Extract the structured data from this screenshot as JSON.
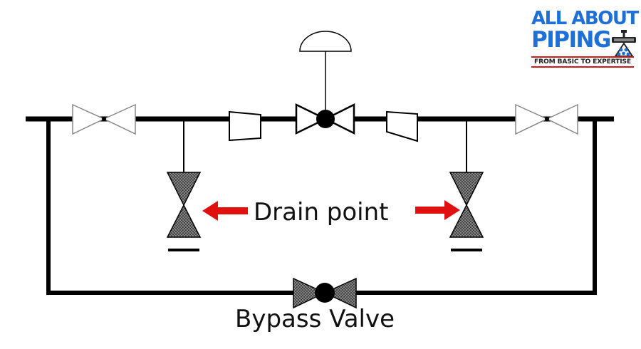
{
  "logo": {
    "line1": "ALL ABOUT",
    "line2": "PIPING",
    "tagline": "FROM BASIC TO EXPERTISE",
    "icon": "pipe-valve-icon",
    "colors": {
      "primary": "#1f6fd8",
      "accent": "#d11a1a",
      "tagline_text": "#222222"
    }
  },
  "labels": {
    "drain_point": "Drain point",
    "bypass_valve": "Bypass Valve"
  },
  "colors": {
    "line": "#000000",
    "arrow": "#e01010",
    "valve_hatched_fill": "#555555",
    "open_valve_outline": "#888888"
  }
}
